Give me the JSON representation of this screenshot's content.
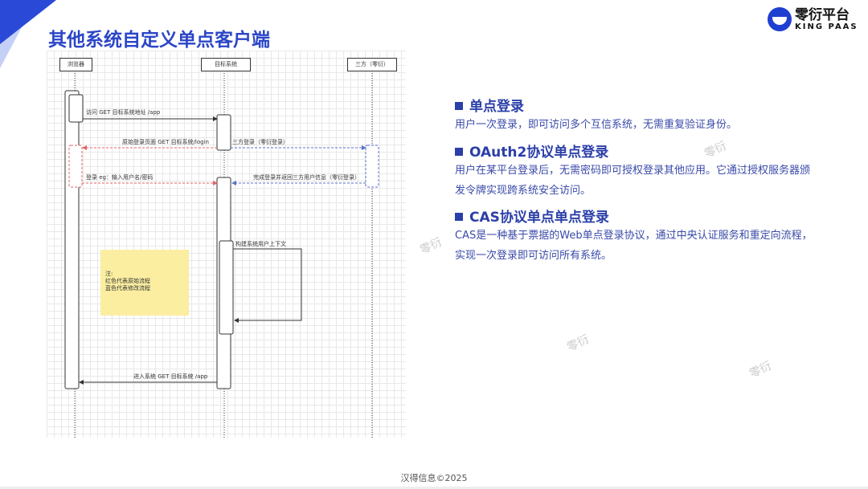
{
  "title": "其他系统自定义单点客户端",
  "logo": {
    "cn": "零衍平台",
    "en": "KING PAAS"
  },
  "diagram": {
    "actors": [
      "浏览器",
      "目标系统",
      "三方（零衍）"
    ],
    "messages": [
      "访问 GET 目标系统地址 /app",
      "原始登录页面 GET 目标系统/login",
      "三方登录（零衍登录）",
      "登录 eg：输入用户名/密码",
      "完成登录并返回三方用户信息（零衍登录）",
      "构建系统用户上下文",
      "进入系统 GET 目标系统 /app"
    ],
    "note": {
      "title": "注:",
      "lines": [
        "红色代表原始流程",
        "蓝色代表修改流程"
      ]
    },
    "colors": {
      "original": "#e06666",
      "modified": "#5b73c9",
      "note": "#fbeea0"
    }
  },
  "sections": [
    {
      "heading": "单点登录",
      "body": [
        "用户一次登录，即可访问多个互信系统，无需重复验证身份。"
      ]
    },
    {
      "heading": "OAuth2协议单点登录",
      "body": [
        "用户在某平台登录后，无需密码即可授权登录其他应用。它通过授权服务器颁",
        "发令牌实现跨系统安全访问。"
      ]
    },
    {
      "heading": "CAS协议单点单点登录",
      "body": [
        "CAS是一种基于票据的Web单点登录协议，通过中央认证服务和重定向流程，",
        "实现一次登录即可访问所有系统。"
      ]
    }
  ],
  "watermark": "零衍",
  "footer": "汉得信息©2025"
}
